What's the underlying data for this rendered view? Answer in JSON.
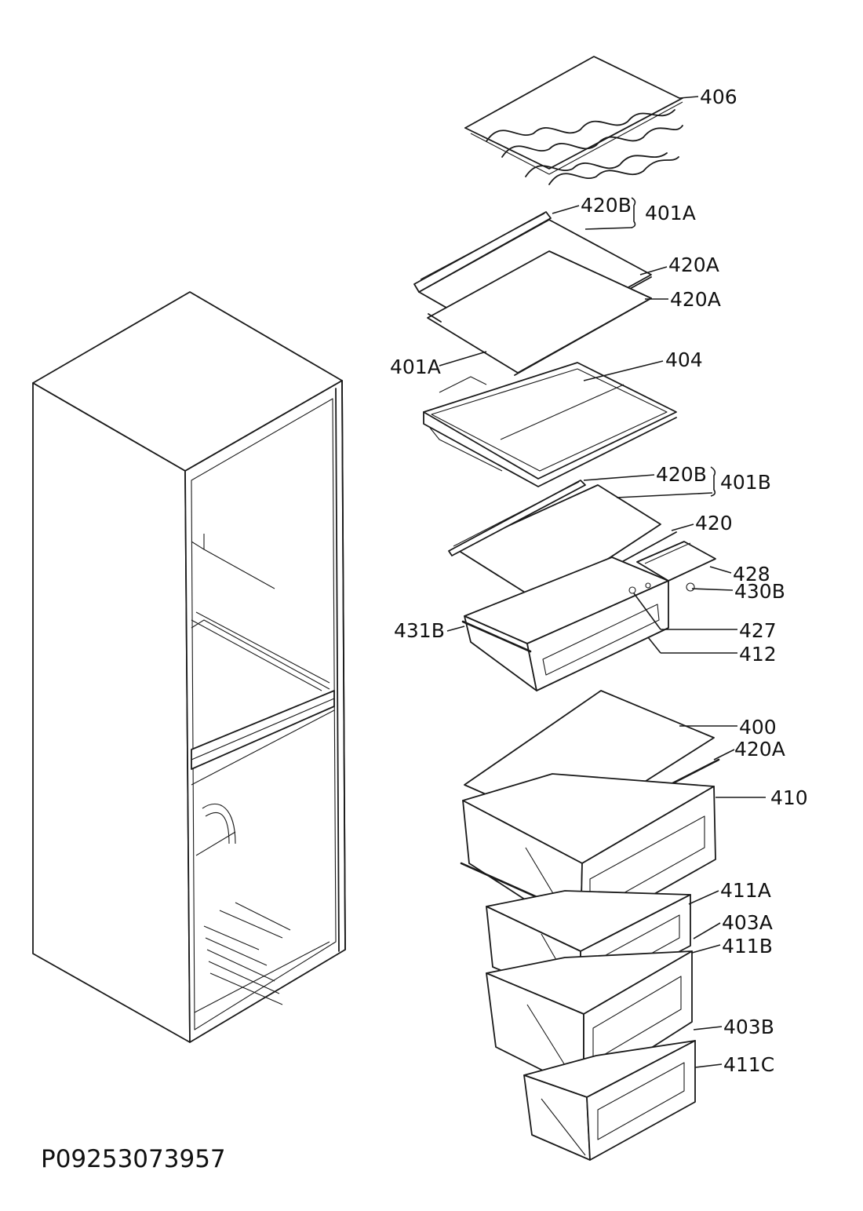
{
  "document_code": "P09253073957",
  "callouts": {
    "c406": "406",
    "c420b_top": "420B",
    "c401a_top": "401A",
    "c420a_1": "420A",
    "c420a_2": "420A",
    "c401a_left": "401A",
    "c404": "404",
    "c420b_mid": "420B",
    "c401b": "401B",
    "c420": "420",
    "c428": "428",
    "c430b": "430B",
    "c431b": "431B",
    "c427": "427",
    "c412": "412",
    "c400": "400",
    "c420a_3": "420A",
    "c410": "410",
    "c411a": "411A",
    "c403a": "403A",
    "c411b": "411B",
    "c403b": "403B",
    "c411c": "411C"
  }
}
